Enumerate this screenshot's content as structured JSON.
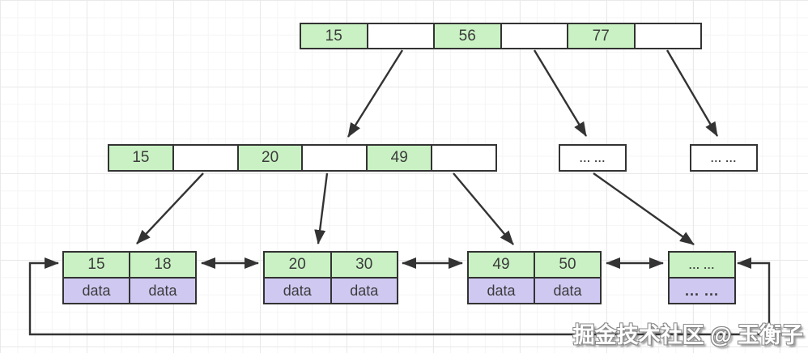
{
  "watermark": "掘金技术社区 @ 玉衡子",
  "colors": {
    "key_fill": "#c9f1c3",
    "data_fill": "#cfc9f2",
    "node_fill": "#ffffff",
    "border": "#333333",
    "arrow": "#333333",
    "text": "#3b3b3b"
  },
  "tree": {
    "root": {
      "cells": [
        "15",
        "",
        "56",
        "",
        "77",
        ""
      ]
    },
    "internal": {
      "cells": [
        "15",
        "",
        "20",
        "",
        "49",
        ""
      ]
    },
    "more_nodes": [
      {
        "label": "... ..."
      },
      {
        "label": "... ..."
      }
    ],
    "leaves": [
      {
        "keys": [
          "15",
          "18"
        ],
        "data": [
          "data",
          "data"
        ]
      },
      {
        "keys": [
          "20",
          "30"
        ],
        "data": [
          "data",
          "data"
        ]
      },
      {
        "keys": [
          "49",
          "50"
        ],
        "data": [
          "data",
          "data"
        ]
      },
      {
        "keys": [
          "... ..."
        ],
        "data": [
          "... ..."
        ]
      }
    ]
  }
}
